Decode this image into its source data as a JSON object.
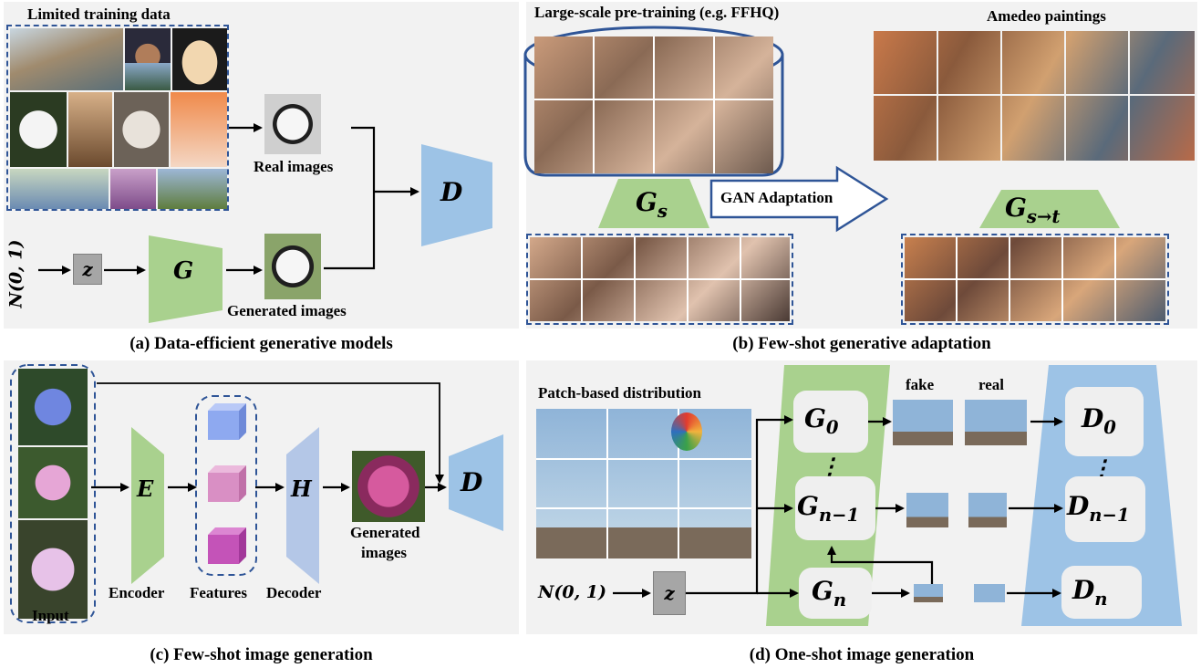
{
  "panel_a": {
    "caption": "(a) Data-efficient generative models",
    "limited_training_data": "Limited training data",
    "real_images": "Real images",
    "generated_images": "Generated images",
    "noise": "N(0, 1)",
    "z": "z",
    "G": "G",
    "D": "D"
  },
  "panel_b": {
    "caption": "(b) Few-shot generative adaptation",
    "pretraining_label": "Large-scale pre-training (e.g. FFHQ)",
    "target_label": "Amedeo paintings",
    "adaptation_label": "GAN Adaptation",
    "Gs": "G",
    "Gs_sub": "s",
    "Gst": "G",
    "Gst_sub": "s→t"
  },
  "panel_c": {
    "caption": "(c) Few-shot image generation",
    "input": "Input",
    "encoder": "Encoder",
    "features": "Features",
    "decoder": "Decoder",
    "generated_images_line1": "Generated",
    "generated_images_line2": "images",
    "E": "E",
    "H": "H",
    "D": "D"
  },
  "panel_d": {
    "caption": "(d) One-shot image generation",
    "patch_label": "Patch-based distribution",
    "fake": "fake",
    "real": "real",
    "noise": "N(0, 1)",
    "z": "z",
    "G": "G",
    "D": "D",
    "sub_0": "0",
    "sub_n1": "n−1",
    "sub_n": "n",
    "dots": "⋮"
  },
  "colors": {
    "generator_green": "#a9d18e",
    "discriminator_blue": "#9dc3e6",
    "decoder_purple": "#b4c7e7",
    "dash_blue": "#2f5597",
    "panel_bg": "#f2f2f2"
  }
}
